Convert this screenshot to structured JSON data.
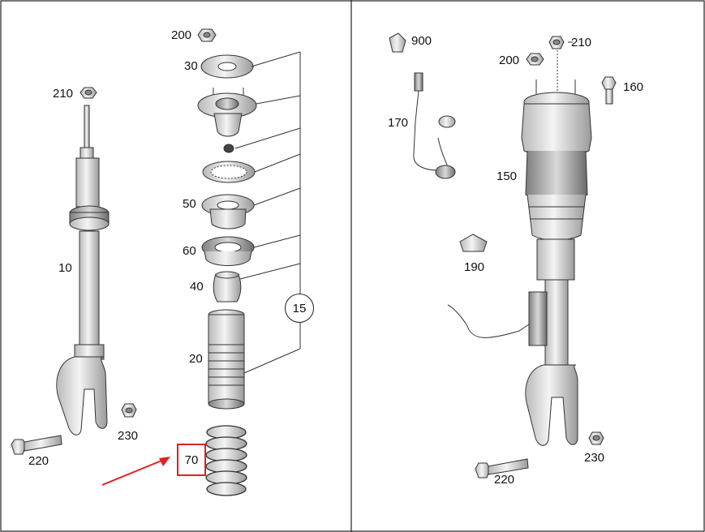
{
  "left_panel": {
    "callouts": {
      "c210": "210",
      "c200": "200",
      "c30": "30",
      "c50": "50",
      "c60": "60",
      "c40": "40",
      "c10": "10",
      "c20": "20",
      "c15": "15",
      "c70": "70",
      "c230": "230",
      "c220": "220"
    }
  },
  "right_panel": {
    "callouts": {
      "c900": "900",
      "c210": "210",
      "c200": "200",
      "c160": "160",
      "c170": "170",
      "c150": "150",
      "c190": "190",
      "c230": "230",
      "c220": "220"
    }
  },
  "highlight": {
    "part": "70",
    "color": "#e02020"
  }
}
